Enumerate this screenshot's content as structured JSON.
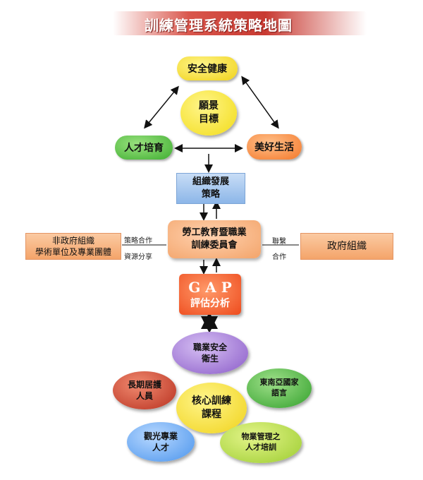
{
  "title": "訓練管理系統策略地圖",
  "nodes": {
    "safety_health": "安全健康",
    "vision": "願景\n目標",
    "talent": "人才培育",
    "good_life": "美好生活",
    "org_dev": "組織發展\n策略",
    "committee": "勞工教育暨職業\n訓練委員會",
    "ngo": "非政府組織\n學術單位及專業團體",
    "gov": "政府組織",
    "gap_top": "G A P",
    "gap_bottom": "評估分析",
    "occ_safety": "職業安全\n衛生",
    "long_stay": "長期居護\n人員",
    "core": "核心訓練\n課程",
    "sea_lang": "東南亞國家\n語言",
    "tourism": "觀光專業\n人才",
    "property": "物業管理之\n人才培訓"
  },
  "labels": {
    "strategic_coop": "策略合作",
    "resource_share": "資源分享",
    "contact": "聯繫",
    "cooperation": "合作"
  },
  "colors": {
    "yellow": "#f7e21d",
    "green": "#59c44a",
    "orange": "#f58a3e",
    "blue": "#a9c8ef",
    "peach": "#f8b88a",
    "red_orange": "#f05a28",
    "purple": "#9a6fd0",
    "dark_red": "#c43a2a",
    "sea_green": "#3eab38",
    "sky_blue": "#5aa3ef",
    "lime": "#a8cf3a"
  }
}
